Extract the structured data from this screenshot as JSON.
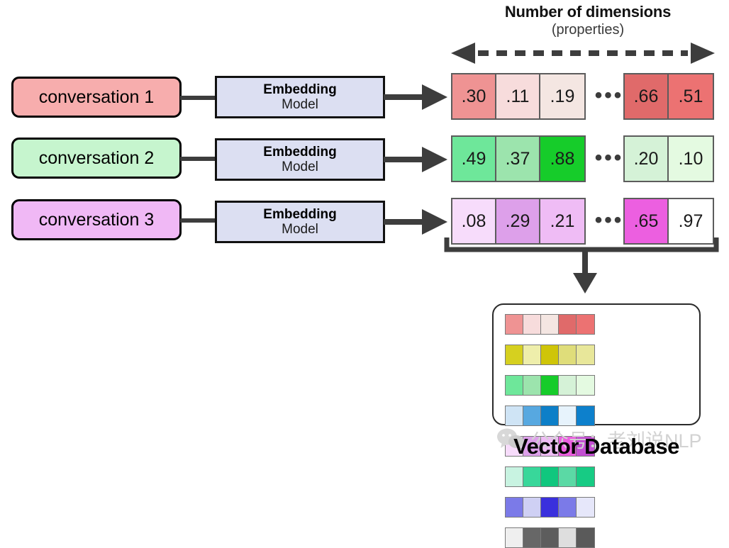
{
  "header": {
    "title": "Number of dimensions",
    "subtitle": "(properties)",
    "axis_icon": "double-headed-dashed-arrow-icon"
  },
  "pipeline": {
    "rows": [
      {
        "conversation_label": "conversation 1",
        "conversation_color": "#f7adad",
        "model_title": "Embedding",
        "model_subtitle": "Model",
        "model_color": "#dcdff2",
        "arrow_icon": "right-arrow-icon",
        "ellipsis": "•••",
        "vector_left": [
          {
            "value": ".30",
            "color": "#ef9393"
          },
          {
            "value": ".11",
            "color": "#f7dcdc"
          },
          {
            "value": ".19",
            "color": "#f4e6e2"
          }
        ],
        "vector_right": [
          {
            "value": ".66",
            "color": "#e06a6a"
          },
          {
            "value": ".51",
            "color": "#ec7272"
          }
        ]
      },
      {
        "conversation_label": "conversation 2",
        "conversation_color": "#c6f5ce",
        "model_title": "Embedding",
        "model_subtitle": "Model",
        "model_color": "#dcdff2",
        "arrow_icon": "right-arrow-icon",
        "ellipsis": "•••",
        "vector_left": [
          {
            "value": ".49",
            "color": "#6ee79a"
          },
          {
            "value": ".37",
            "color": "#9ce4ad"
          },
          {
            "value": ".88",
            "color": "#16cc2a"
          }
        ],
        "vector_right": [
          {
            "value": ".20",
            "color": "#d5f2d7"
          },
          {
            "value": ".10",
            "color": "#e4fae1"
          }
        ]
      },
      {
        "conversation_label": "conversation 3",
        "conversation_color": "#f0b8f5",
        "model_title": "Embedding",
        "model_subtitle": "Model",
        "model_color": "#dcdff2",
        "arrow_icon": "right-arrow-icon",
        "ellipsis": "•••",
        "vector_left": [
          {
            "value": ".08",
            "color": "#f7dcfb"
          },
          {
            "value": ".29",
            "color": "#dda0ea"
          },
          {
            "value": ".21",
            "color": "#efbcf5"
          }
        ],
        "vector_right": [
          {
            "value": ".65",
            "color": "#ec5fe0"
          },
          {
            "value": ".97",
            "color": "#c councils"
          }
        ]
      }
    ]
  },
  "connector": {
    "bracket_icon": "bracket-icon",
    "down_arrow_icon": "down-arrow-icon"
  },
  "database": {
    "label": "Vector Database",
    "swatch_rows": [
      [
        "#ef9393",
        "#f7dcdc",
        "#f4e6e2",
        "#e06a6a",
        "#ec7272"
      ],
      [
        "#d6d01f",
        "#eeeeab",
        "#cfc508",
        "#dfdd7a",
        "#e8e79a"
      ],
      [
        "#6ee79a",
        "#9ce4ad",
        "#16cc2a",
        "#d5f2d7",
        "#e4fae1"
      ],
      [
        "#cfe4f5",
        "#57a8e0",
        "#0d7fc8",
        "#e7f3fc",
        "#0d80cc"
      ],
      [
        "#f7dcfb",
        "#dda0ea",
        "#efbcf5",
        "#ec5fe0",
        "#c24ed1"
      ],
      [
        "#c8f3e1",
        "#38d79a",
        "#10c77e",
        "#5bd9a5",
        "#17cb84"
      ],
      [
        "#7b7ae8",
        "#cfd0f4",
        "#3a30dd",
        "#7b7ae8",
        "#e6e7fa"
      ],
      [
        "#efefef",
        "#676767",
        "#5d5d5d",
        "#dedede",
        "#5a5a5a"
      ]
    ]
  },
  "watermark": {
    "icon": "wechat-icon",
    "text": "公众号：老刘说NLP"
  }
}
